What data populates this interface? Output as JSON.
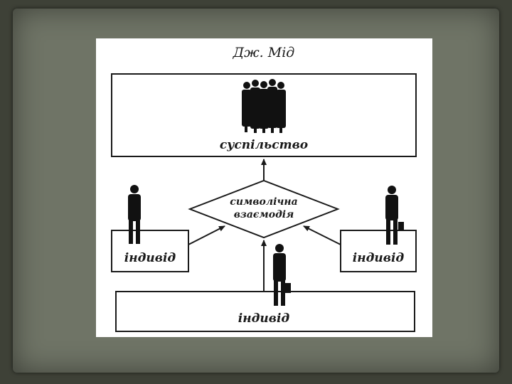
{
  "diagram": {
    "title": "Дж. Мід",
    "society_label": "суспільство",
    "interaction_line1": "символічна",
    "interaction_line2": "взаємодія",
    "individual_left": "індивід",
    "individual_right": "індивід",
    "individual_bottom": "індивід"
  },
  "colors": {
    "background": "#3e4137",
    "slide": "#6f7466",
    "paper": "#ffffff",
    "ink": "#1a1a1a"
  }
}
